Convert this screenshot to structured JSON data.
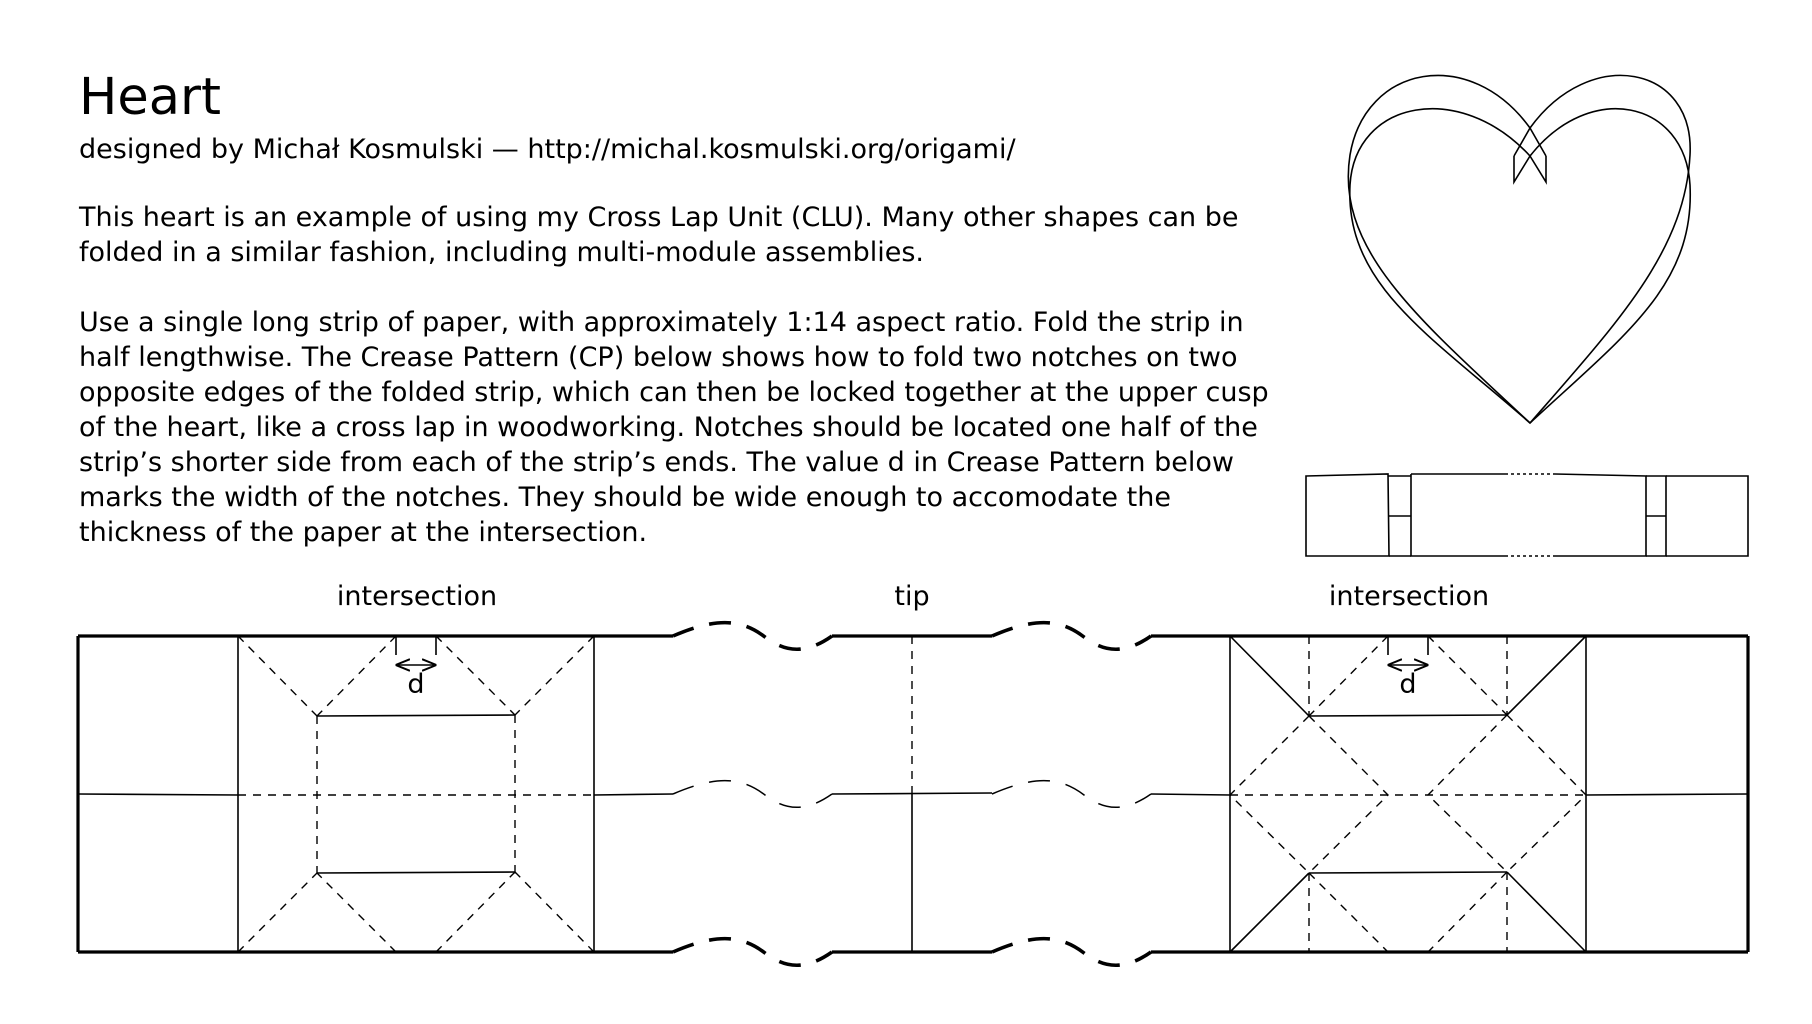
{
  "title": "Heart",
  "byline": "designed by Michał Kosmulski — http://michal.kosmulski.org/origami/",
  "paragraph1": [
    "This heart is an example of using my Cross Lap Unit (CLU). Many other shapes can be",
    "folded in a similar fashion, including multi-module assemblies."
  ],
  "paragraph2": [
    "Use a single long strip of paper, with approximately 1:14 aspect ratio. Fold the strip in",
    "half lengthwise. The Crease Pattern (CP) below shows how to fold two notches on two",
    "opposite edges of the folded strip, which can then be locked together at the upper cusp",
    "of the heart, like a cross lap in woodworking. Notches should be located one half of the",
    "strip’s shorter side from each of the strip’s ends. The value d in Crease Pattern below",
    "marks the width of the notches. They should be wide enough to accomodate the",
    "thickness of the paper at the intersection."
  ],
  "crease_pattern": {
    "label_left": "intersection",
    "label_middle": "tip",
    "label_right": "intersection",
    "notch_label_left": "d",
    "notch_label_right": "d"
  }
}
